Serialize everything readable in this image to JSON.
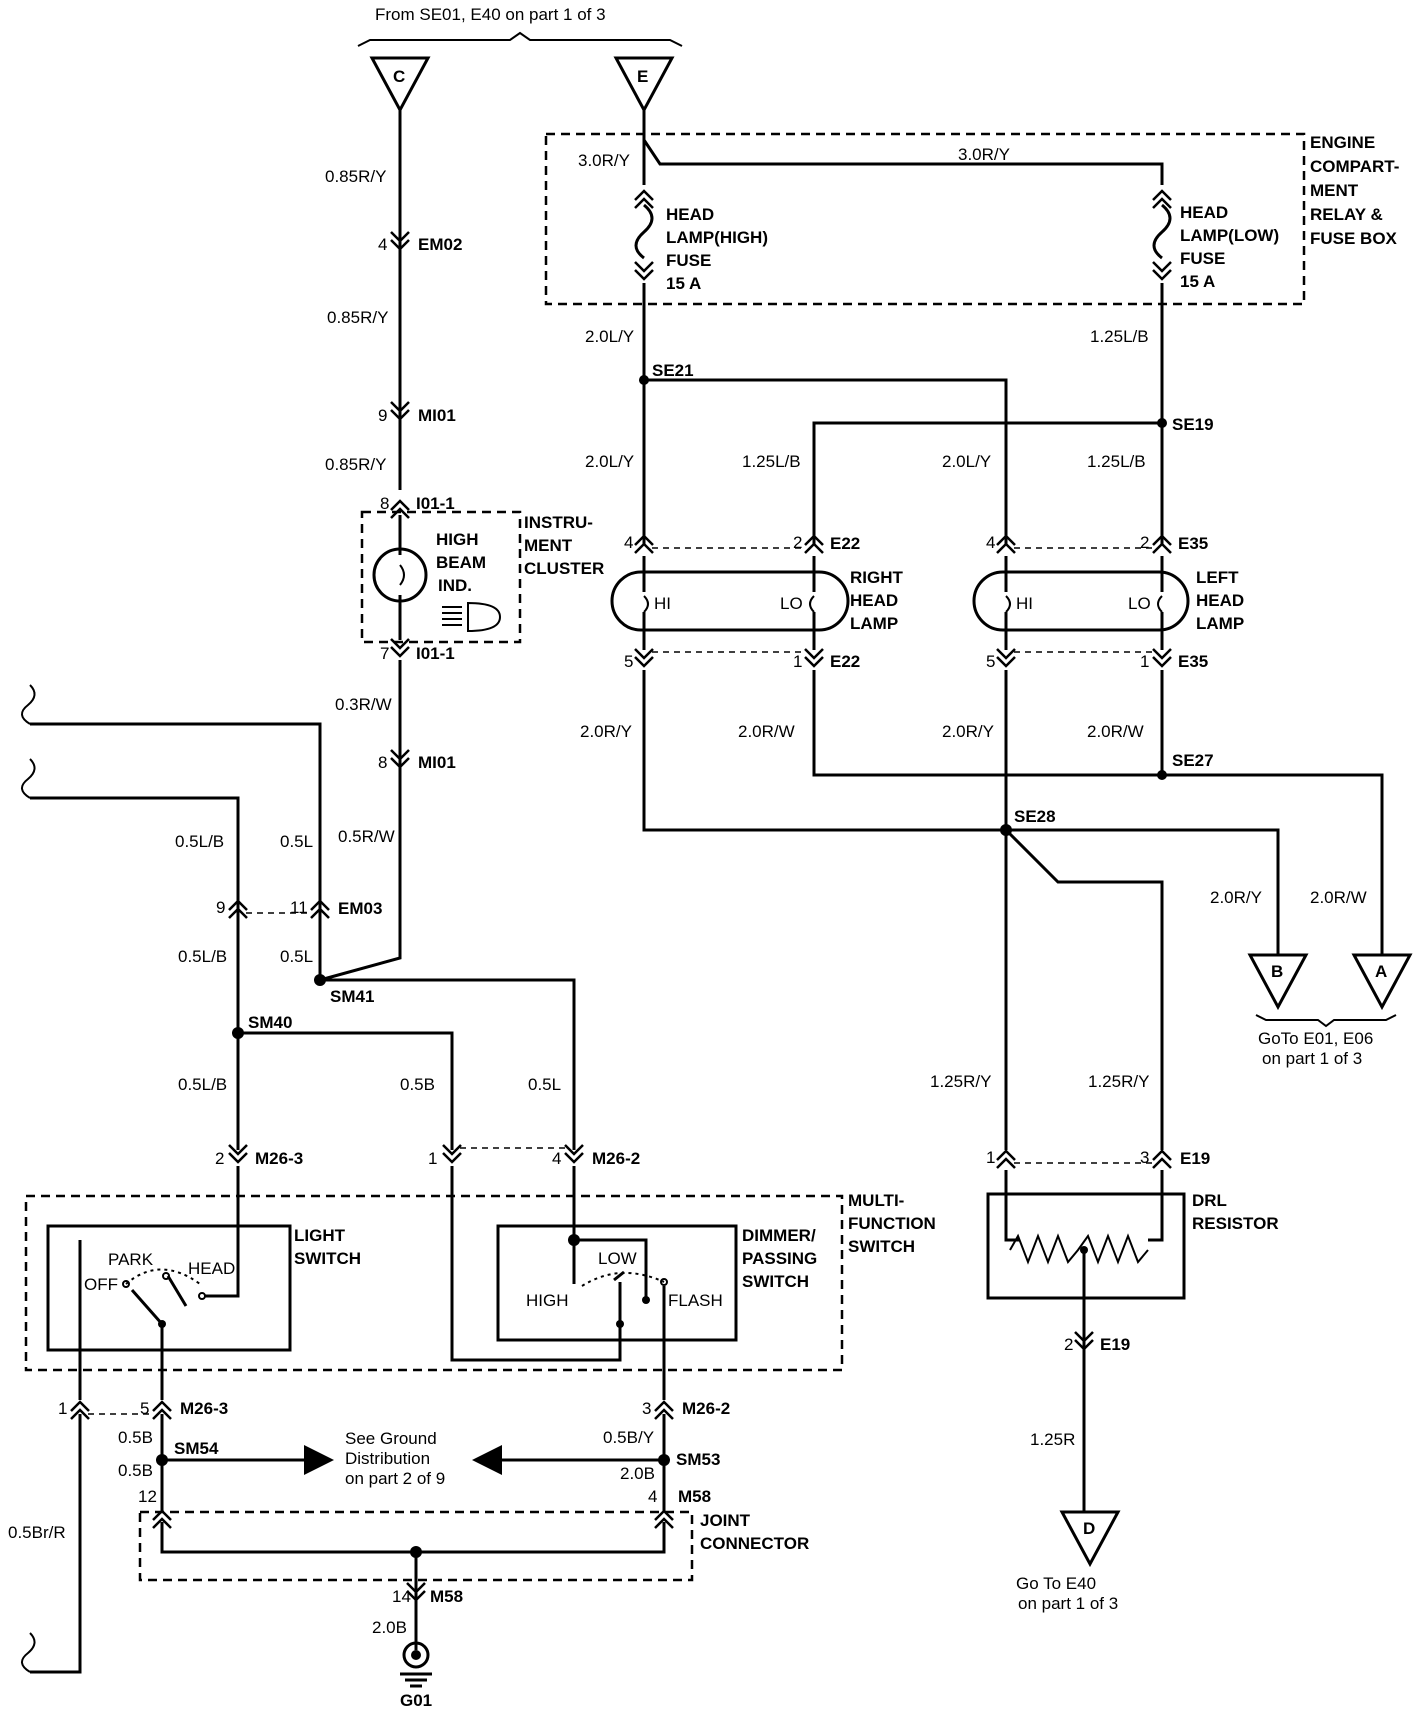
{
  "top_note": "From SE01, E40 on part 1 of 3",
  "terminals": {
    "c": "C",
    "e": "E",
    "b": "B",
    "a": "A",
    "d": "D"
  },
  "go_to_b_a": [
    "GoTo E01, E06",
    "on part 1 of 3"
  ],
  "go_to_d": [
    "Go To E40",
    "on part 1 of 3"
  ],
  "ground_note": [
    "See Ground",
    "Distribution",
    "on part 2 of 9"
  ],
  "components": {
    "engine_box": [
      "ENGINE",
      "COMPART-",
      "MENT",
      "RELAY &",
      "FUSE BOX"
    ],
    "fuse_high": [
      "HEAD",
      "LAMP(HIGH)",
      "FUSE",
      "15 A"
    ],
    "fuse_low": [
      "HEAD",
      "LAMP(LOW)",
      "FUSE",
      "15 A"
    ],
    "instrument_cluster": [
      "INSTRU-",
      "MENT",
      "CLUSTER"
    ],
    "high_beam_ind": [
      "HIGH",
      "BEAM",
      "IND."
    ],
    "right_head_lamp": [
      "RIGHT",
      "HEAD",
      "LAMP"
    ],
    "left_head_lamp": [
      "LEFT",
      "HEAD",
      "LAMP"
    ],
    "lamp_hi": "HI",
    "lamp_lo": "LO",
    "multi_function_switch": [
      "MULTI-",
      "FUNCTION",
      "SWITCH"
    ],
    "light_switch": [
      "LIGHT",
      "SWITCH"
    ],
    "dimmer_switch": [
      "DIMMER/",
      "PASSING",
      "SWITCH"
    ],
    "light_switch_positions": {
      "park": "PARK",
      "head": "HEAD",
      "off": "OFF"
    },
    "dimmer_positions": {
      "low": "LOW",
      "high": "HIGH",
      "flash": "FLASH"
    },
    "drl_resistor": [
      "DRL",
      "RESISTOR"
    ],
    "joint_connector": [
      "JOINT",
      "CONNECTOR"
    ],
    "ground": "G01"
  },
  "connectors": {
    "em02": "EM02",
    "mi01_top": "MI01",
    "i01_top": "I01-1",
    "i01_bot": "I01-1",
    "mi01_bot": "MI01",
    "em03": "EM03",
    "m26_3_top": "M26-3",
    "m26_2_top": "M26-2",
    "m26_3_bot": "M26-3",
    "m26_2_bot": "M26-2",
    "m58_top": "M58",
    "m58_bot": "M58",
    "e22_top": "E22",
    "e22_bot": "E22",
    "e35_top": "E35",
    "e35_bot": "E35",
    "e19_top": "E19",
    "e19_bot": "E19"
  },
  "splices": {
    "se21": "SE21",
    "se19": "SE19",
    "se27": "SE27",
    "se28": "SE28",
    "sm41": "SM41",
    "sm40": "SM40",
    "sm54": "SM54",
    "sm53": "SM53"
  },
  "pins": {
    "em02": "4",
    "mi01_top": "9",
    "i01_top": "8",
    "i01_bot": "7",
    "mi01_bot": "8",
    "em03_a": "9",
    "em03_b": "11",
    "m26_3_top": "2",
    "m26_2_a": "1",
    "m26_2_b": "4",
    "m26_3_a": "1",
    "m26_3_b": "5",
    "m26_2_bot": "3",
    "m58_a": "12",
    "m58_b": "4",
    "m58_c": "14",
    "e22_hi_top": "4",
    "e22_lo_top": "2",
    "e22_hi_bot": "5",
    "e22_lo_bot": "1",
    "e35_hi_top": "4",
    "e35_lo_top": "2",
    "e35_hi_bot": "5",
    "e35_lo_bot": "1",
    "e19_a": "1",
    "e19_b": "3",
    "e19_c": "2"
  },
  "wires": {
    "c1": "0.85R/Y",
    "c2": "0.85R/Y",
    "c3": "0.85R/Y",
    "e_hi": "3.0R/Y",
    "e_lo": "3.0R/Y",
    "hi_out": "2.0L/Y",
    "lo_out": "1.25L/B",
    "rh_hi": "2.0L/Y",
    "rh_lo": "1.25L/B",
    "lh_hi": "2.0L/Y",
    "lh_lo": "1.25L/B",
    "rh_gnd_hi": "2.0R/Y",
    "rh_gnd_lo": "2.0R/W",
    "lh_gnd_hi": "2.0R/Y",
    "lh_gnd_lo": "2.0R/W",
    "b_wire": "2.0R/Y",
    "a_wire": "2.0R/W",
    "drl_a": "1.25R/Y",
    "drl_b": "1.25R/Y",
    "drl_out": "1.25R",
    "ic_out": "0.3R/W",
    "ic_out2": "0.5R/W",
    "lb1": "0.5L/B",
    "l1": "0.5L",
    "lb2": "0.5L/B",
    "l2": "0.5L",
    "lb3": "0.5L/B",
    "b1": "0.5B",
    "l3": "0.5L",
    "br": "0.5Br/R",
    "sm54_a": "0.5B",
    "sm54_b": "0.5B",
    "sm53_a": "0.5B/Y",
    "sm53_b": "2.0B",
    "gnd": "2.0B"
  }
}
